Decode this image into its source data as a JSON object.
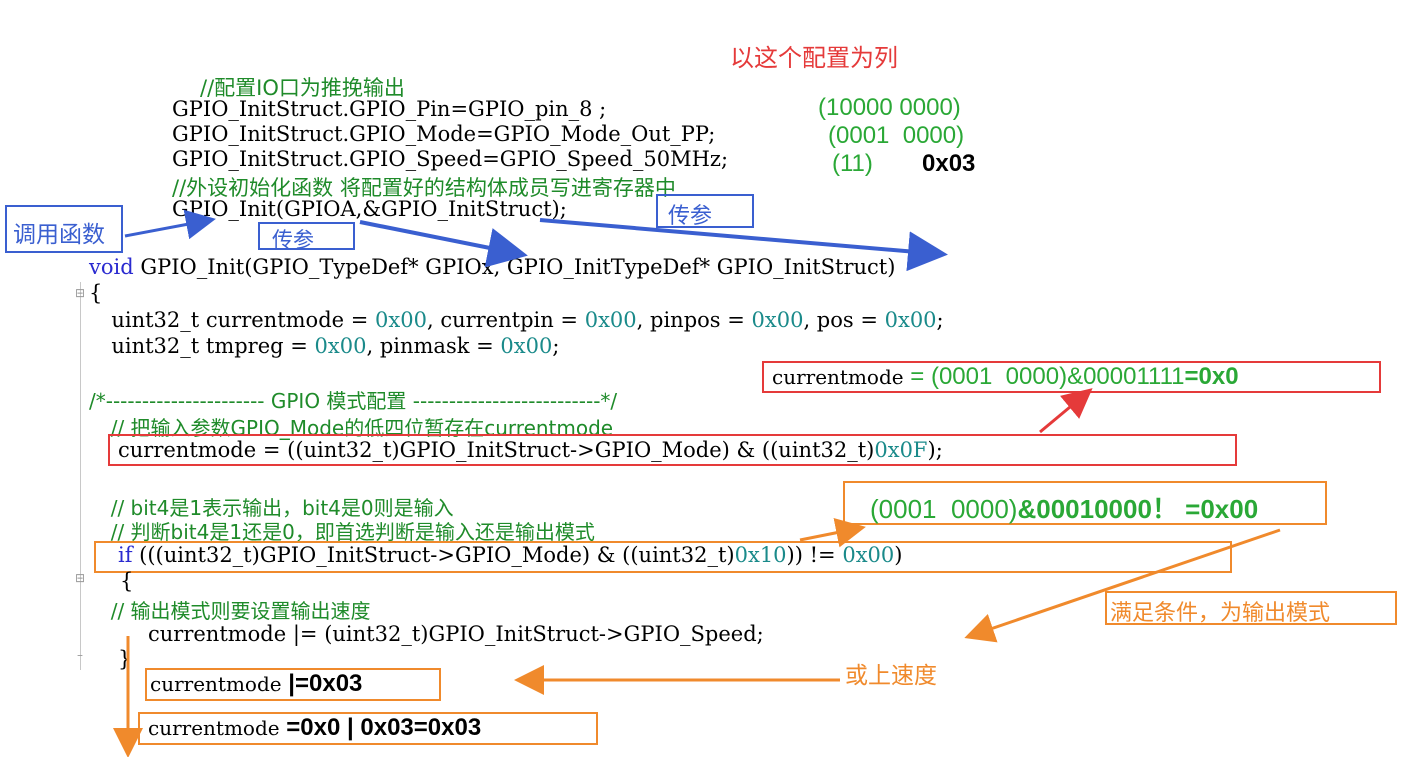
{
  "header": {
    "title": "以这个配置为列"
  },
  "top_code": {
    "comment1": "//配置IO口为推挽输出",
    "line1": "GPIO_InitStruct.GPIO_Pin=GPIO_pin_8 ;",
    "line2": "GPIO_InitStruct.GPIO_Mode=GPIO_Mode_Out_PP;",
    "line3": "GPIO_InitStruct.GPIO_Speed=GPIO_Speed_50MHz;",
    "comment2": "//外设初始化函数 将配置好的结构体成员写进寄存器中",
    "line4": "GPIO_Init(GPIOA,&GPIO_InitStruct);"
  },
  "values": {
    "pin": "(10000 0000)",
    "mode": "(0001  0000)",
    "speed": "(11)",
    "speed_hex": "0x03"
  },
  "labels": {
    "call_function": "调用函数",
    "pass_param_1": "传参",
    "pass_param_2": "传参"
  },
  "func_code": {
    "kw_void": "void",
    "signature": " GPIO_Init(GPIO_TypeDef* GPIOx, GPIO_InitTypeDef* GPIO_InitStruct)",
    "brace_open": "{",
    "decl1_a": "  uint32_t currentmode = ",
    "decl1_v1": "0x00",
    "decl1_b": ", currentpin = ",
    "decl1_v2": "0x00",
    "decl1_c": ", pinpos = ",
    "decl1_v3": "0x00",
    "decl1_d": ", pos = ",
    "decl1_v4": "0x00",
    "decl1_e": ";",
    "decl2_a": "  uint32_t tmpreg = ",
    "decl2_v1": "0x00",
    "decl2_b": ", pinmask = ",
    "decl2_v2": "0x00",
    "decl2_c": ";",
    "section_comment": "/*---------------------- GPIO 模式配置 --------------------------*/",
    "comment3": "  // 把输入参数GPIO_Mode的低四位暂存在currentmode",
    "assign_a": "currentmode = ((uint32_t)GPIO_InitStruct->GPIO_Mode) & ((uint32_t)",
    "assign_v": "0x0F",
    "assign_b": ");",
    "comment4": "  // bit4是1表示输出，bit4是0则是输入",
    "comment5": "  // 判断bit4是1还是0，即首选判断是输入还是输出模式",
    "if_kw": "if",
    "if_a": " (((uint32_t)GPIO_InitStruct->GPIO_Mode) & ((uint32_t)",
    "if_v1": "0x10",
    "if_b": ")) != ",
    "if_v2": "0x00",
    "if_c": ")",
    "brace2": "{",
    "comment6": "  // 输出模式则要设置输出速度",
    "or_line": "currentmode |= (uint32_t)GPIO_InitStruct->GPIO_Speed;",
    "brace3": "}"
  },
  "annotations": {
    "red_box_code": "currentmode",
    "red_box_expr": " = (0001  0000)&00001111",
    "red_box_result": "=0x0",
    "orange_box1_expr": "(0001  0000)",
    "orange_box1_result": "&00010000！ =0x00",
    "satisfied": "满足条件，为输出模式",
    "or_speed": "或上速度",
    "result1_code": "currentmode",
    "result1_val": " |=0x03",
    "result2_code": "currentmode",
    "result2_val": " =0x0 | 0x03=0x03"
  },
  "colors": {
    "red": "#e53a3a",
    "orange": "#f08a2c",
    "blue": "#3a5fd0",
    "green": "#2aa836",
    "comment_green": "#1f8b2a",
    "keyword_blue": "#2a2ad0",
    "number_teal": "#1a8a8a"
  }
}
